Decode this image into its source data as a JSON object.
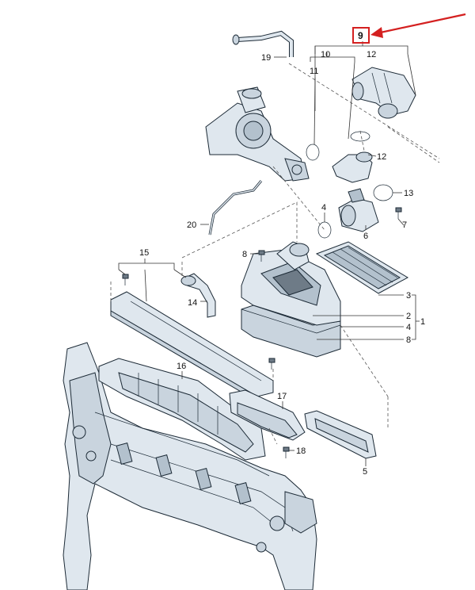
{
  "callouts": {
    "c1": "1",
    "c2": "2",
    "c3": "3",
    "c4a": "4",
    "c4b": "4",
    "c5": "5",
    "c6": "6",
    "c7": "7",
    "c8a": "8",
    "c8b": "8",
    "c9": "9",
    "c10": "10",
    "c11": "11",
    "c12a": "12",
    "c12b": "12",
    "c13": "13",
    "c14": "14",
    "c15": "15",
    "c16": "16",
    "c17": "17",
    "c18": "18",
    "c19": "19",
    "c20": "20"
  },
  "highlight": {
    "box_color": "#d42020",
    "arrow_color": "#d42020"
  }
}
